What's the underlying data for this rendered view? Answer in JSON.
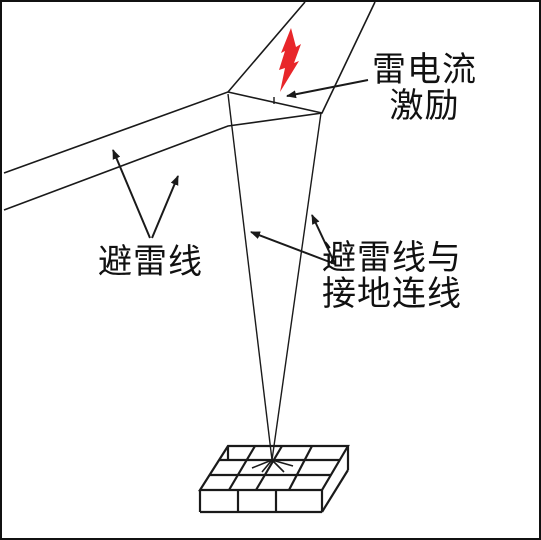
{
  "labels": {
    "lightning_current_excitation": [
      "雷电流",
      "激励"
    ],
    "ground_wire": "避雷线",
    "ground_wire_and_grounding_connection": [
      "避雷线与",
      "接地连线"
    ]
  },
  "colors": {
    "line": "#1a1a1a",
    "lightning": "#e8262a",
    "background": "#ffffff"
  },
  "icons": {
    "lightning": "lightning-bolt-icon"
  }
}
